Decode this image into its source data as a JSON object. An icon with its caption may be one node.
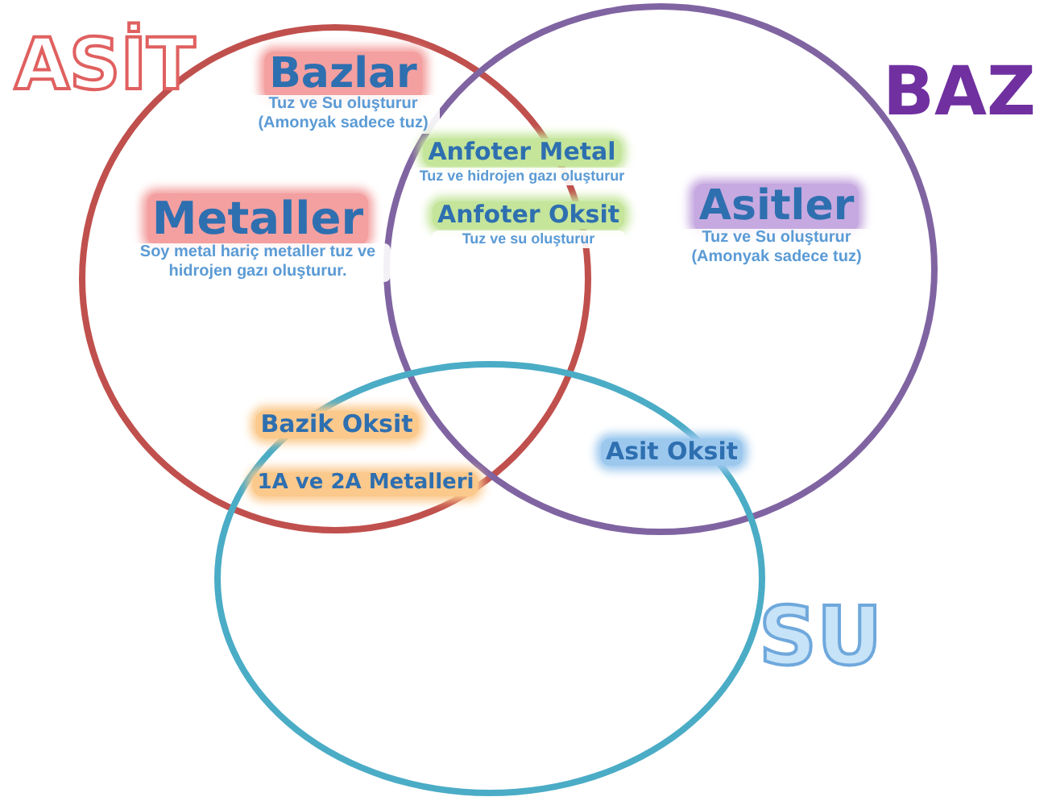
{
  "diagram": {
    "nodes": [
      {
        "text": [
          "ASİT"
        ]
      },
      {
        "text": [
          "BAZ"
        ]
      },
      {
        "text": [
          "SU"
        ]
      }
    ],
    "labels": [
      "Bazlar",
      "Tuz ve Su oluşturur (Amonyak sadece tuz)",
      "Anfoter Metal",
      "Tuz ve hidrojen gazı oluşturur",
      "Metaller",
      "Soy metal hariç metaller tuz ve hidrojen gazı oluşturur.",
      "Anfoter Oksit",
      "Tuz ve su oluşturur",
      "Asitler",
      "Tuz ve Su oluşturur (Amonyak sadece tuz)",
      "Bazik Oksit",
      "Asit Oksit",
      "1A ve 2A Metalleri"
    ]
  }
}
